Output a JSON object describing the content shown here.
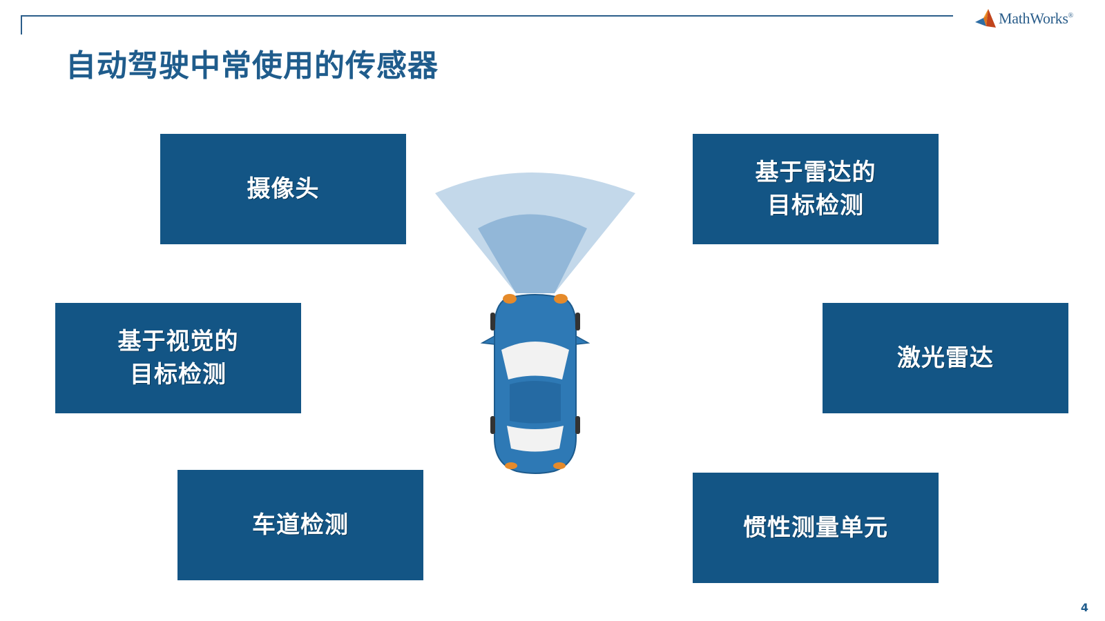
{
  "title": "自动驾驶中常使用的传感器",
  "brand": {
    "logo_text": "MathWorks",
    "trademark": "®"
  },
  "sensors": {
    "camera": "摄像头",
    "radar_detection": "基于雷达的\n目标检测",
    "vision_detection": "基于视觉的\n目标检测",
    "lidar": "激光雷达",
    "lane_detection": "车道检测",
    "imu": "惯性测量单元"
  },
  "page_number": "4",
  "colors": {
    "box_fill": "#135585",
    "title": "#1f5c8c",
    "car_body": "#2e79b5",
    "sensor_fan_outer": "#c3d8ea",
    "sensor_fan_inner": "#92b7d8"
  }
}
